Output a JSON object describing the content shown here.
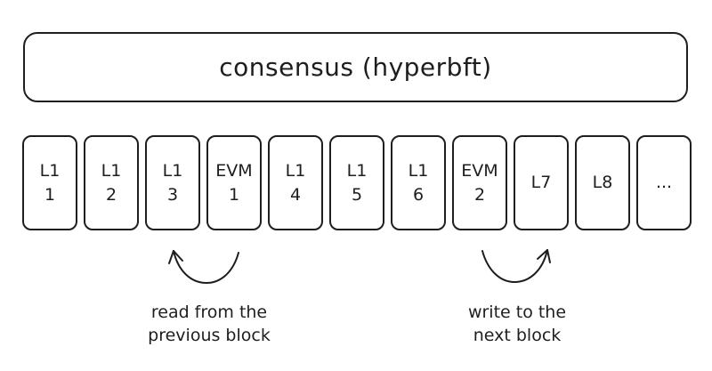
{
  "consensus": {
    "label": "consensus (hyperbft)"
  },
  "blocks": [
    {
      "line1": "L1",
      "line2": "1"
    },
    {
      "line1": "L1",
      "line2": "2"
    },
    {
      "line1": "L1",
      "line2": "3"
    },
    {
      "line1": "EVM",
      "line2": "1"
    },
    {
      "line1": "L1",
      "line2": "4"
    },
    {
      "line1": "L1",
      "line2": "5"
    },
    {
      "line1": "L1",
      "line2": "6"
    },
    {
      "line1": "EVM",
      "line2": "2"
    },
    {
      "line1": "L7",
      "line2": ""
    },
    {
      "line1": "L8",
      "line2": ""
    },
    {
      "line1": "...",
      "line2": ""
    }
  ],
  "captions": {
    "read": {
      "line1": "read from the",
      "line2": "previous block"
    },
    "write": {
      "line1": "write to the",
      "line2": "next block"
    }
  }
}
